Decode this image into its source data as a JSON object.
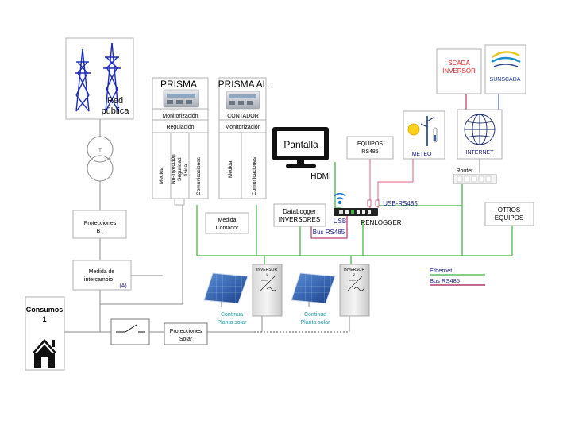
{
  "colors": {
    "ethernet": "#3cb43c",
    "rs485": "#a0144c",
    "usb_rs485": "#e06080",
    "grid": "#1a2bb8",
    "teal": "#1aa0a8",
    "line": "#8a8a8a",
    "box": "#b0b0b0",
    "accent_blue": "#1a1a8c",
    "scada_red": "#e02020",
    "sunscada_blue": "#1a3a9a"
  },
  "grid": {
    "label_line1": "Red",
    "label_line2": "pública",
    "icon": "power-tower-icon"
  },
  "transformer": {
    "label": "T"
  },
  "protecciones_bt": {
    "line1": "Protecciones",
    "line2": "BT"
  },
  "medida_intercambio": {
    "line1": "Medida de",
    "line2": "intercambio",
    "tag": "(A)"
  },
  "consumos": {
    "line1": "Consumos",
    "line2": "1",
    "icon": "house-icon"
  },
  "protecciones_solar": {
    "line1": "Protecciones",
    "line2": "Solar"
  },
  "prisma": {
    "title": "PRISMA",
    "row1": "Monitorización",
    "row2": "Regulación",
    "col1": "Medida",
    "col2a": "No-inyección",
    "col2b": "Seguridad",
    "col2c": "física",
    "col3": "Comunicaciones"
  },
  "prisma_al": {
    "title": "PRISMA AL",
    "subtitle": "CONTADOR",
    "row1": "Monitorización",
    "col1": "Medida",
    "col2": "Comunicaciones"
  },
  "medida_contador": {
    "line1": "Medida",
    "line2": "Contador"
  },
  "pantalla": {
    "label": "Pantalla",
    "hdmi": "HDMI"
  },
  "equipos_rs485": {
    "line1": "EQUIPOS",
    "line2": "RS485"
  },
  "meteo": {
    "label": "METEO"
  },
  "datalogger": {
    "line1": "DataLogger",
    "line2": "INVERSORES"
  },
  "renlogger": {
    "label": "RENLOGGER",
    "usb": "USB",
    "usb_rs485": "USB-RS485",
    "bus_rs485": "Bus RS485"
  },
  "scada_inversor": {
    "line1": "SCADA",
    "line2": "INVERSOR"
  },
  "sunscada": {
    "label": "SUNSCADA"
  },
  "internet": {
    "label": "INTERNET"
  },
  "router": {
    "label": "Router"
  },
  "otros_equipos": {
    "line1": "OTROS",
    "line2": "EQUIPOS"
  },
  "inverter1": {
    "title": "INVERSOR",
    "num": "1"
  },
  "inverter2": {
    "title": "INVERSOR",
    "num": "2"
  },
  "solar1": {
    "line1": "Continua",
    "line2": "Planta solar"
  },
  "solar2": {
    "line1": "Continua",
    "line2": "Planta solar"
  },
  "legend": {
    "ethernet": "Ethernet",
    "rs485": "Bus RS485"
  }
}
